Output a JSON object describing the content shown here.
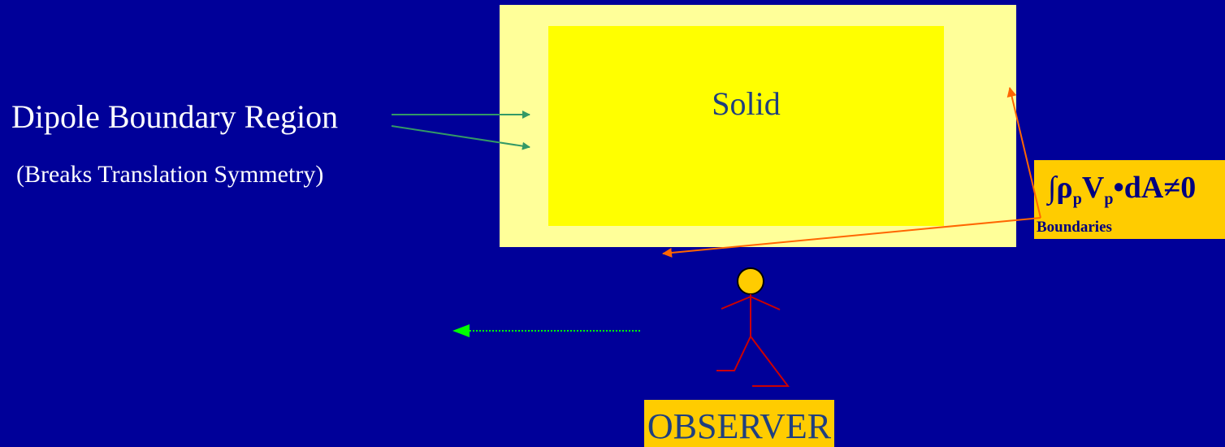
{
  "labels": {
    "solid": "Solid",
    "dipole_region": "Dipole Boundary Region",
    "breaks_symmetry": "(Breaks Translation Symmetry)",
    "formula": {
      "integral": "∫ρ",
      "sub1": "p",
      "v": "V",
      "sub2": "p",
      "rest": "•dA≠0"
    },
    "boundaries": "Boundaries",
    "observer": "OBSERVER"
  },
  "colors": {
    "background": "#000099",
    "dipole_region_fill": "#ffff99",
    "solid_fill": "#ffff00",
    "label_box_fill": "#ffcc00",
    "dipole_arrow": "#339966",
    "boundary_arrow": "#ff6600",
    "motion_arrow": "#00ff00",
    "figure_stroke": "#cc0000",
    "figure_head": "#ffcc00"
  }
}
